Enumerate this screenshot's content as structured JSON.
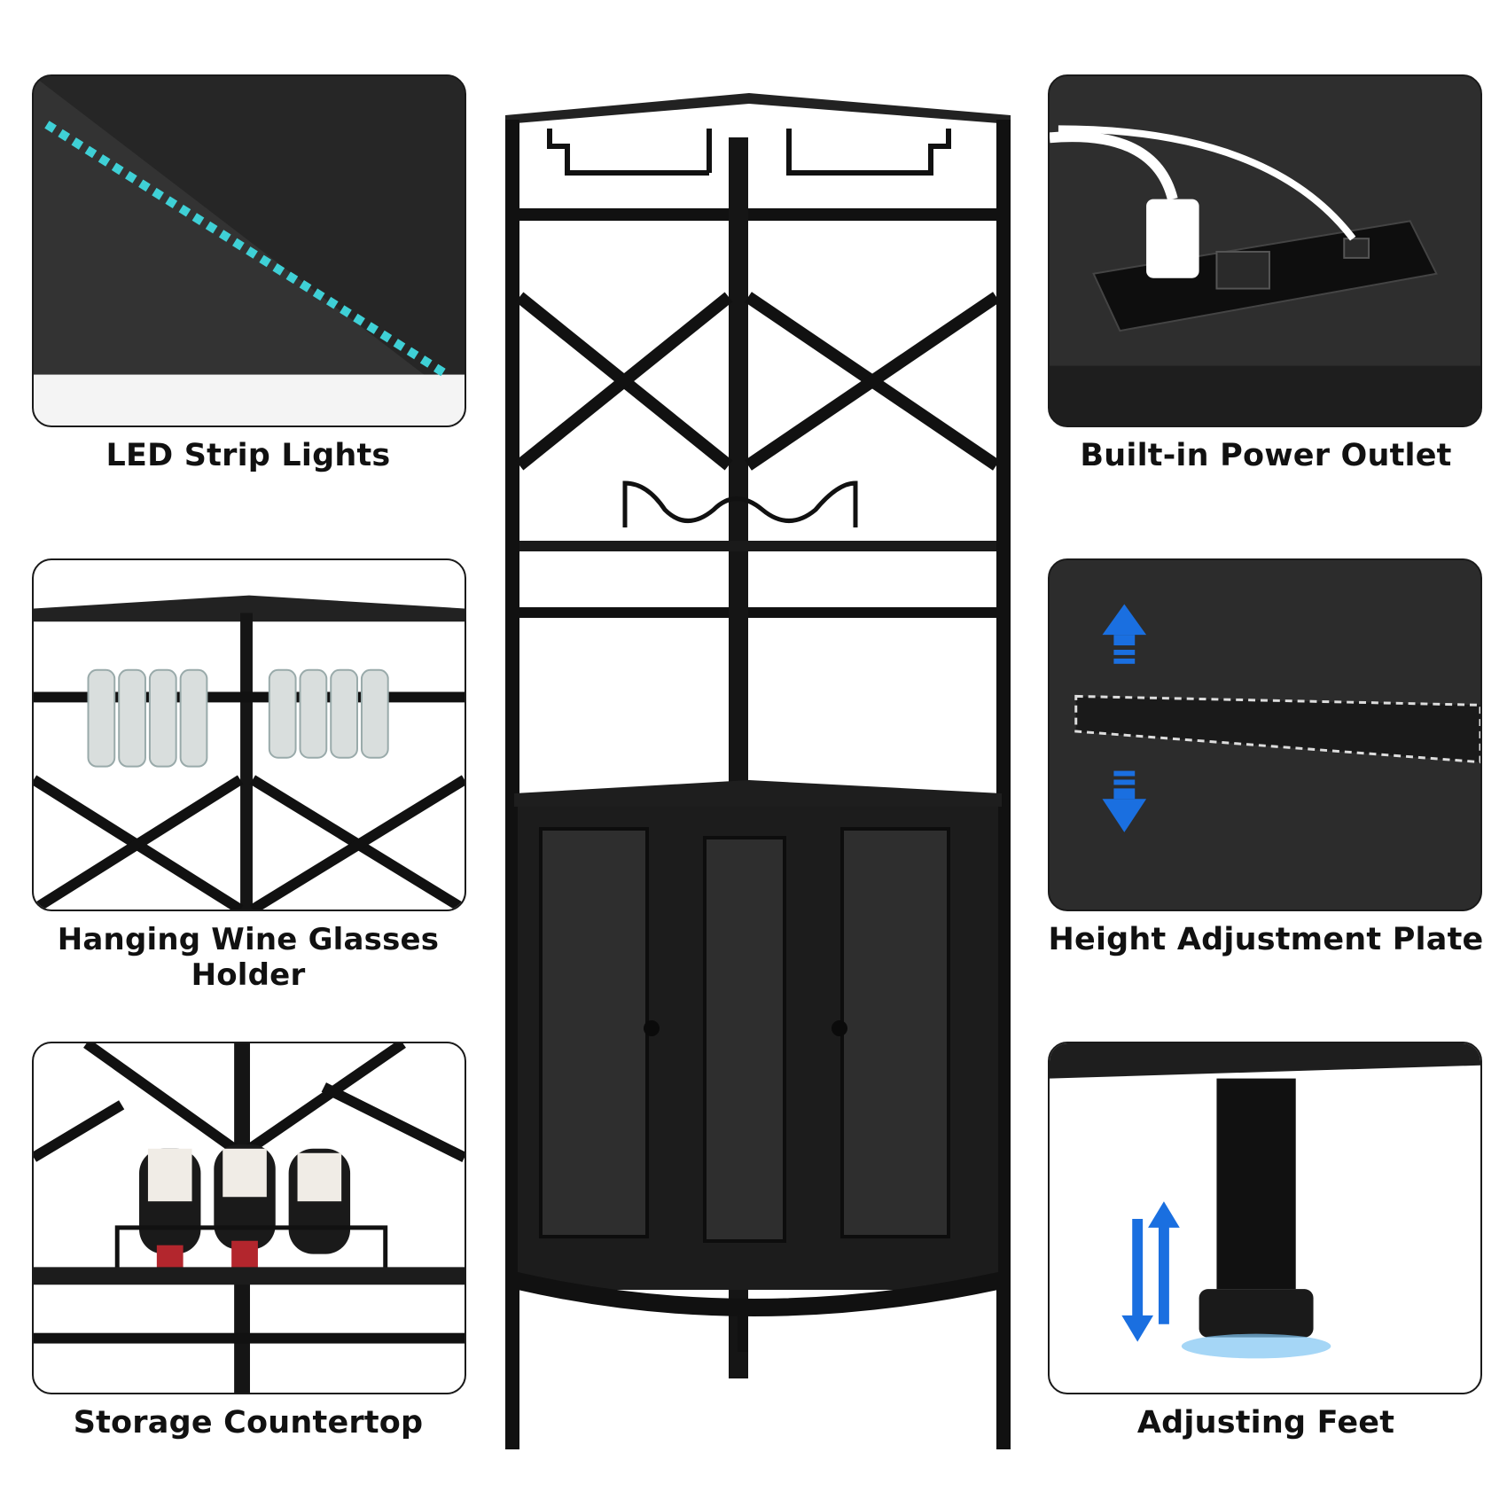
{
  "features": {
    "led": {
      "label": "LED Strip Lights",
      "icon": "led-strip-icon"
    },
    "glasses": {
      "label": "Hanging Wine Glasses Holder",
      "icon": "wine-glass-icon"
    },
    "countertop": {
      "label": "Storage Countertop",
      "icon": "wine-bottle-icon"
    },
    "power": {
      "label": "Built-in Power Outlet",
      "icon": "power-outlet-icon"
    },
    "height": {
      "label": "Height Adjustment Plate",
      "icon": "up-down-arrows-icon"
    },
    "feet": {
      "label": "Adjusting Feet",
      "icon": "leveling-foot-icon"
    }
  },
  "colors": {
    "frame": "#111111",
    "panel_dark": "#2b2b2b",
    "led": "#3fd0d6",
    "arrow": "#1a6fe0",
    "caption": "#111111"
  }
}
